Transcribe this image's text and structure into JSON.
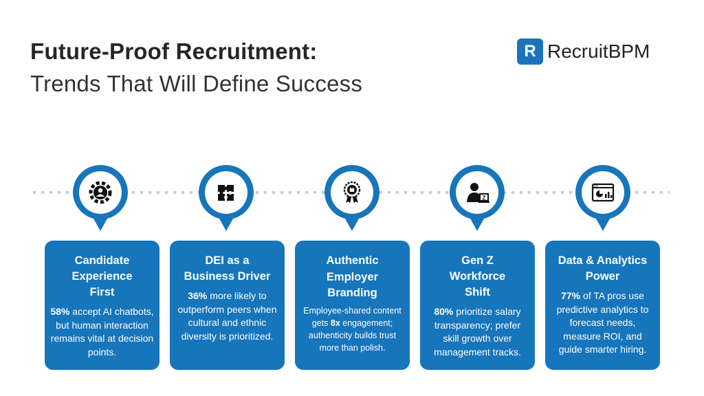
{
  "header": {
    "title_bold": "Future-Proof Recruitment:",
    "title_regular": "Trends That Will Define Success"
  },
  "logo": {
    "mark": "R",
    "text": "RecruitBPM",
    "color": "#1b74bb"
  },
  "colors": {
    "accent": "#1775bb",
    "dots": "#c9cdd1",
    "text": "#262626"
  },
  "trends": [
    {
      "icon": "user-gear-icon",
      "title": "Candidate Experience First",
      "stat": "58%",
      "body": " accept AI chatbots, but human interaction remains vital at decision points."
    },
    {
      "icon": "puzzle-icon",
      "title": "DEI as a Business Driver",
      "stat": "36%",
      "body": " more likely to outperform peers when cultural and ethnic diversity is prioritized."
    },
    {
      "icon": "award-badge-icon",
      "title": "Authentic Employer Branding",
      "body_before": "Employee-shared content gets ",
      "stat": "8x",
      "body": " engagement; authenticity builds trust more than polish."
    },
    {
      "icon": "person-laptop-icon",
      "title": "Gen Z Workforce Shift",
      "stat": "80%",
      "body": " prioritize salary transparency; prefer skill growth over management tracks."
    },
    {
      "icon": "analytics-dashboard-icon",
      "title": "Data & Analytics Power",
      "stat": "77%",
      "body": " of TA pros use predictive analytics to forecast needs, measure ROI, and guide smarter hiring."
    }
  ]
}
